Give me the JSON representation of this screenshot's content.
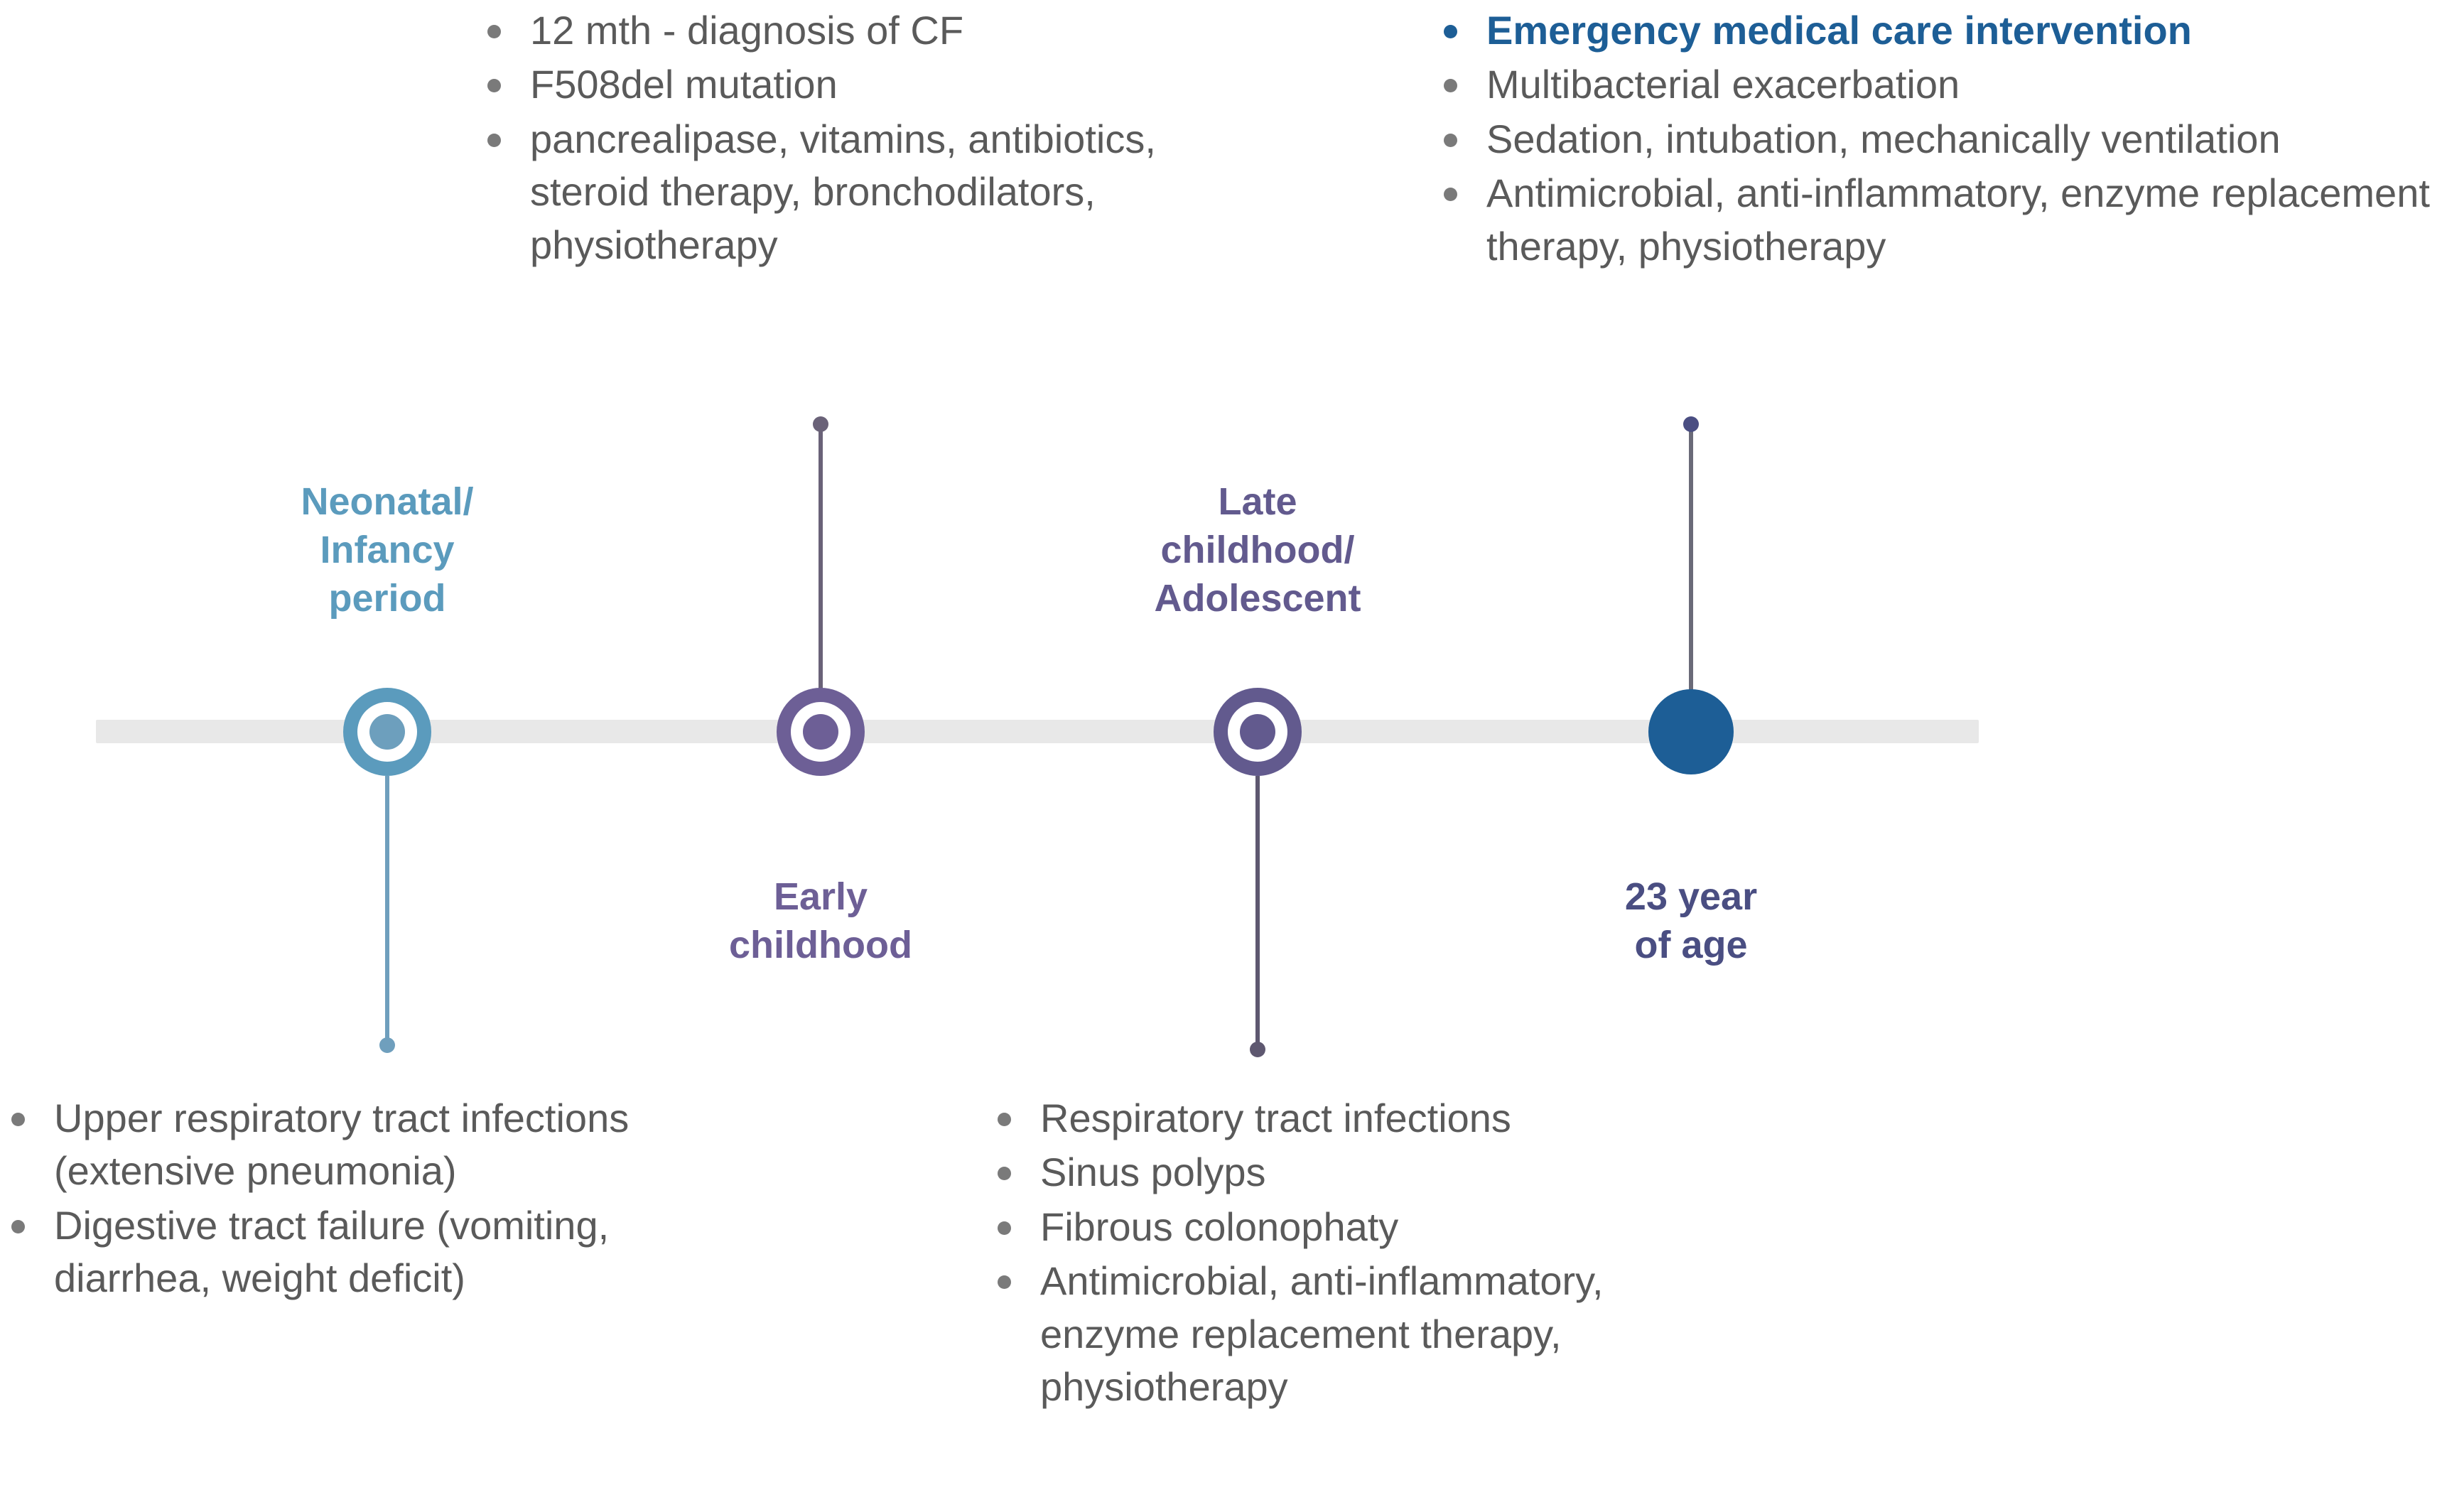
{
  "timeline": {
    "axis_color": "#e8e8e8",
    "stages": [
      {
        "id": "neonatal",
        "label": "Neonatal/\nInfancy\nperiod",
        "color": "#5b9bbd",
        "marker_type": "ring",
        "label_position": "above",
        "connector_direction": "down"
      },
      {
        "id": "early-childhood",
        "label": "Early\nchildhood",
        "color": "#6d5f96",
        "marker_type": "ring",
        "label_position": "below",
        "connector_direction": "up"
      },
      {
        "id": "late-childhood",
        "label": "Late\nchildhood/\nAdolescent",
        "color": "#625a8e",
        "marker_type": "ring",
        "label_position": "above",
        "connector_direction": "down"
      },
      {
        "id": "23-year",
        "label": "23 year\nof age",
        "color": "#1d5e96",
        "label_color": "#4a4e82",
        "marker_type": "solid",
        "label_position": "below",
        "connector_direction": "up"
      }
    ]
  },
  "notes": {
    "early_childhood_top": {
      "items": [
        {
          "text": "12 mth - diagnosis of CF",
          "highlight": false
        },
        {
          "text": "F508del mutation",
          "highlight": false
        },
        {
          "text": "pancrealipase, vitamins, antibiotics, steroid therapy, bronchodilators, physiotherapy",
          "highlight": false
        }
      ]
    },
    "age23_top": {
      "items": [
        {
          "text": "Emergency medical care intervention",
          "highlight": true
        },
        {
          "text": "Multibacterial exacerbation",
          "highlight": false
        },
        {
          "text": "Sedation, intubation, mechanically ventilation",
          "highlight": false
        },
        {
          "text": "Antimicrobial, anti-inflammatory, enzyme replacement therapy, physiotherapy",
          "highlight": false
        }
      ]
    },
    "neonatal_bottom": {
      "items": [
        {
          "text": "Upper respiratory tract infections (extensive pneumonia)",
          "highlight": false
        },
        {
          "text": "Digestive tract failure (vomiting, diarrhea, weight deficit)",
          "highlight": false
        }
      ]
    },
    "late_childhood_bottom": {
      "items": [
        {
          "text": "Respiratory tract infections",
          "highlight": false
        },
        {
          "text": "Sinus polyps",
          "highlight": false
        },
        {
          "text": "Fibrous colonophaty",
          "highlight": false
        },
        {
          "text": "Antimicrobial, anti-inflammatory, enzyme replacement therapy, physiotherapy",
          "highlight": false
        }
      ]
    }
  },
  "colors": {
    "teal": "#5b9bbd",
    "purple": "#6d5f96",
    "purple_dark": "#625a8e",
    "navy": "#1d5e96",
    "slate_purple": "#4a4e82",
    "body_text": "#5a5a5a",
    "axis_gray": "#e8e8e8",
    "connector_gray": "#6a6a78"
  }
}
